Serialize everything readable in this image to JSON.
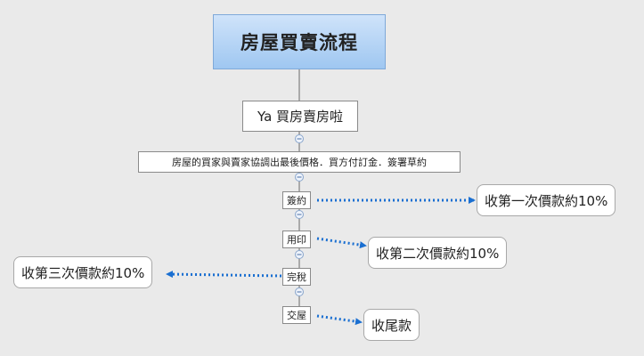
{
  "title": "房屋買賣流程",
  "main_topic": "Ya 買房賣房啦",
  "description": "房屋的買家與賣家協調出最後價格．買方付訂金．簽署草約",
  "steps": [
    {
      "label": "簽約",
      "note": "收第一次價款約10%"
    },
    {
      "label": "用印",
      "note": "收第二次價款約10%"
    },
    {
      "label": "完稅",
      "note": "收第三次價款約10%"
    },
    {
      "label": "交屋",
      "note": "收尾款"
    }
  ],
  "colors": {
    "background": "#eaeaea",
    "root_fill": "#9fc7f1",
    "arrow": "#1a6fd1",
    "line": "#6b6b6b"
  }
}
